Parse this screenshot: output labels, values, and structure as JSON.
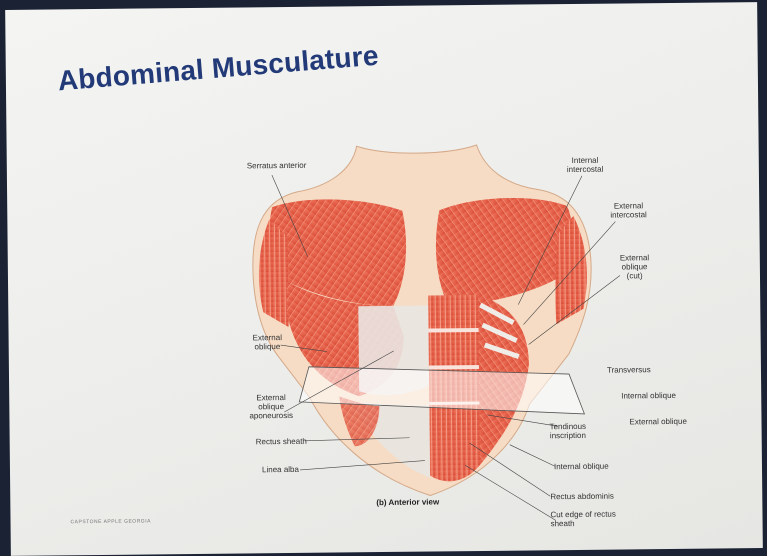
{
  "slide": {
    "title": "Abdominal Musculature",
    "figure_caption": "(b) Anterior view",
    "footer": "CAPSTONE APPLE GEORGIA",
    "labels": {
      "serratus_anterior": "Serratus anterior",
      "internal_intercostal": "Internal\nintercostal",
      "external_intercostal": "External\nintercostal",
      "external_oblique_cut": "External\noblique\n(cut)",
      "external_oblique": "External\noblique",
      "transversus": "Transversus",
      "internal_oblique_right": "Internal oblique",
      "external_oblique_right": "External oblique",
      "external_oblique_aponeurosis": "External\noblique\naponeurosis",
      "tendinous_inscription": "Tendinous\ninscription",
      "rectus_sheath": "Rectus sheath",
      "linea_alba": "Linea alba",
      "internal_oblique_lower": "Internal oblique",
      "rectus_abdominis": "Rectus abdominis",
      "cut_edge": "Cut edge of rectus\nsheath"
    }
  },
  "colors": {
    "title": "#233a78",
    "muscle": "#e8604a",
    "skin": "#f6dcc4",
    "tendon": "#ede8e4"
  }
}
